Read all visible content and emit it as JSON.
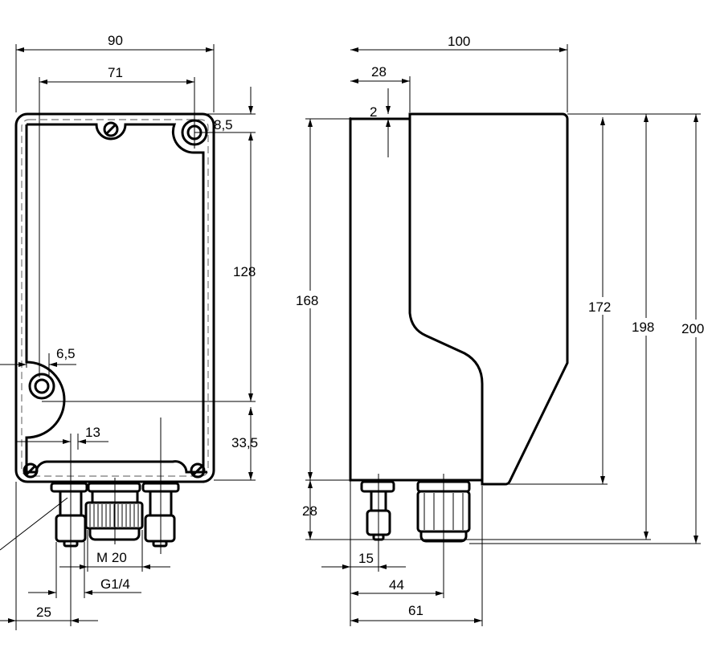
{
  "drawing": {
    "front_view": {
      "width_outer": "90",
      "hole_spacing_width": "71",
      "top_hole_offset": "8,5",
      "hole_spacing_height": "128",
      "side_hole_offset": "6,5",
      "bottom_inset": "13",
      "bottom_hole_offset": "33,5",
      "cable_gland_thread": "M 20",
      "pressure_port_thread": "G1/4",
      "port_offset": "25"
    },
    "side_view": {
      "depth_total": "100",
      "lid_step": "28",
      "lid_offset": "2",
      "left_height": "168",
      "mid_height": "172",
      "height_to_gland": "198",
      "height_total": "200",
      "fitting_height": "28",
      "port_position": "15",
      "gland_position": "44",
      "base_depth": "61"
    }
  }
}
